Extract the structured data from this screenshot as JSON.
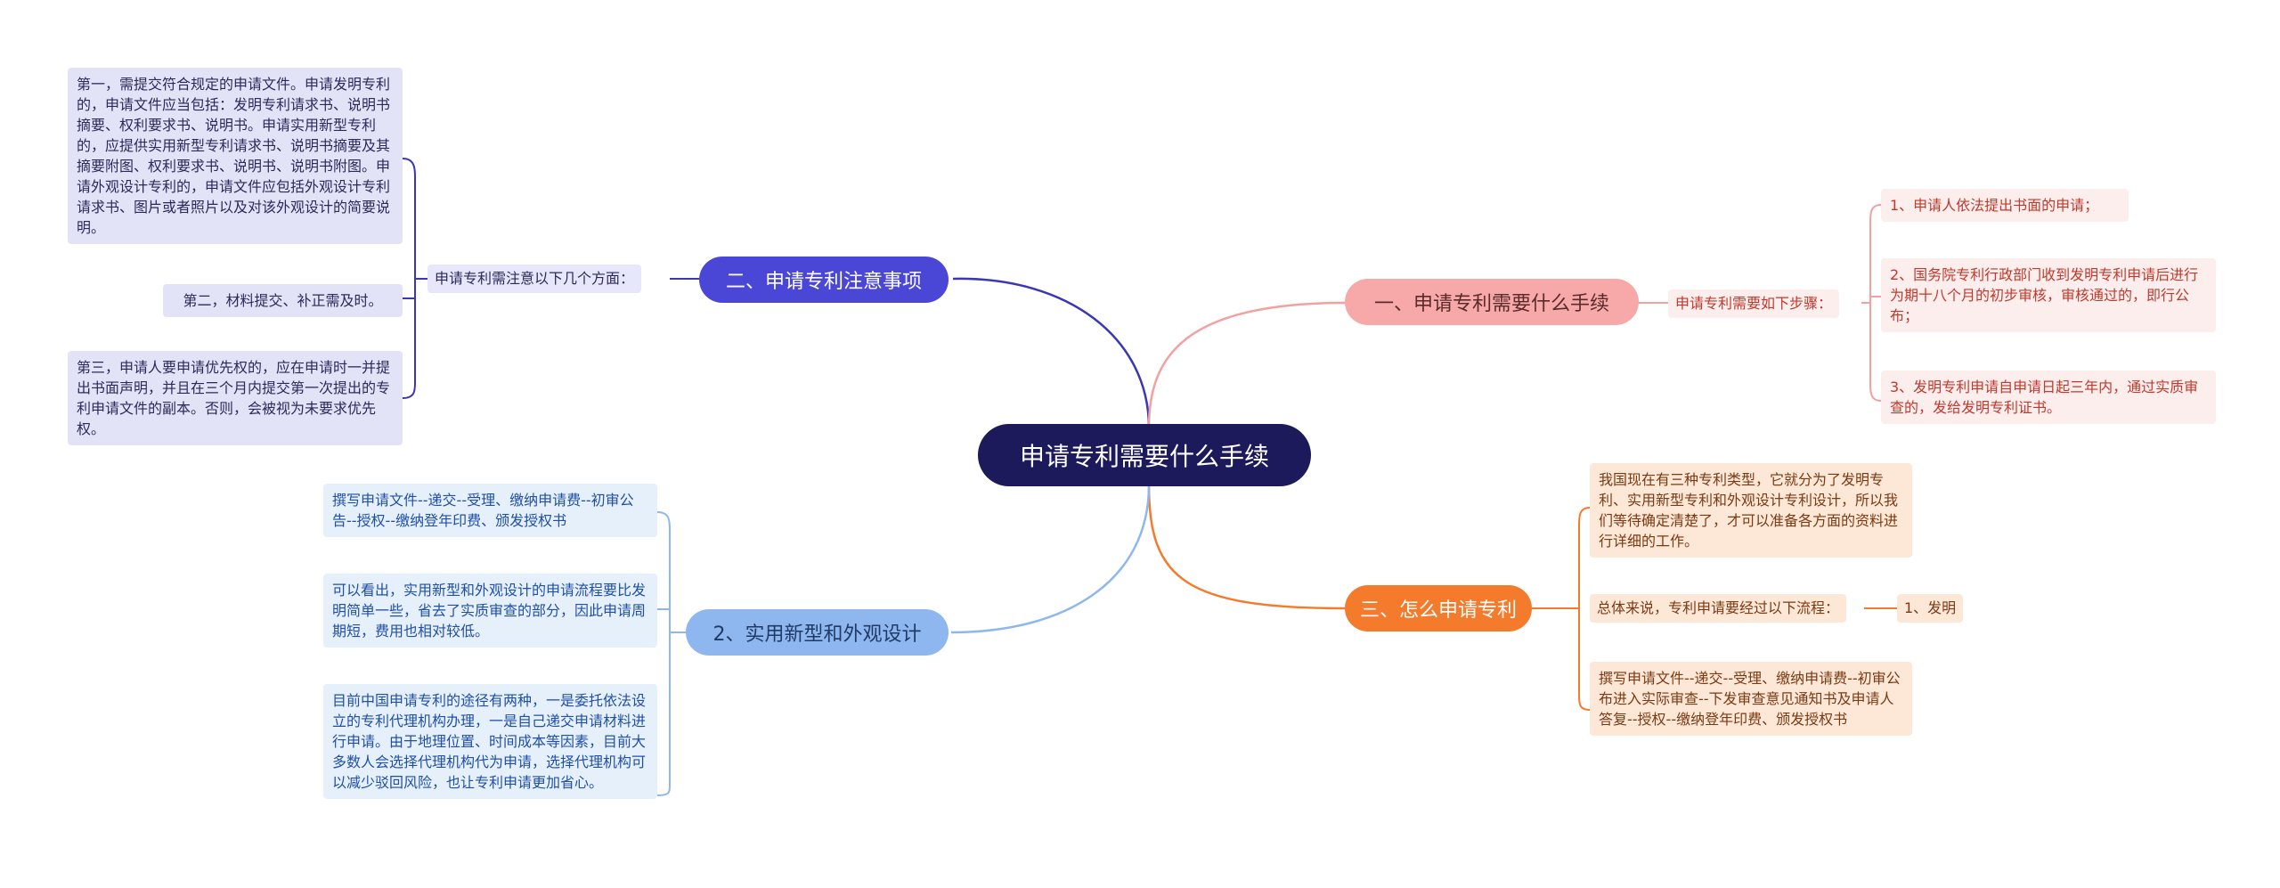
{
  "center": {
    "title": "申请专利需要什么手续"
  },
  "branches": {
    "b1": {
      "title": "一、申请专利需要什么手续",
      "color": "#f7a8a8",
      "label": "申请专利需要如下步骤：",
      "leaves": [
        "1、申请人依法提出书面的申请；",
        "2、国务院专利行政部门收到发明专利申请后进行为期十八个月的初步审核，审核通过的，即行公布；",
        "3、发明专利申请自申请日起三年内，通过实质审查的，发给发明专利证书。"
      ]
    },
    "b2": {
      "title": "二、申请专利注意事项",
      "color": "#4b47d6",
      "label": "申请专利需注意以下几个方面：",
      "leaves": [
        "第一，需提交符合规定的申请文件。申请发明专利的，申请文件应当包括：发明专利请求书、说明书摘要、权利要求书、说明书。申请实用新型专利的，应提供实用新型专利请求书、说明书摘要及其摘要附图、权利要求书、说明书、说明书附图。申请外观设计专利的，申请文件应包括外观设计专利请求书、图片或者照片以及对该外观设计的简要说明。",
        "第二，材料提交、补正需及时。",
        "第三，申请人要申请优先权的，应在申请时一并提出书面声明，并且在三个月内提交第一次提出的专利申请文件的副本。否则，会被视为未要求优先权。"
      ]
    },
    "b3": {
      "title": "三、怎么申请专利",
      "color": "#f47a2c",
      "leaves": [
        "我国现在有三种专利类型，它就分为了发明专利、实用新型专利和外观设计专利设计，所以我们等待确定清楚了，才可以准备各方面的资料进行详细的工作。",
        "总体来说，专利申请要经过以下流程：",
        "撰写申请文件--递交--受理、缴纳申请费--初审公布进入实际审查--下发审查意见通知书及申请人答复--授权--缴纳登年印费、颁发授权书"
      ],
      "sub_leaf": "1、发明"
    },
    "b4": {
      "title": "2、实用新型和外观设计",
      "color": "#8fb7ef",
      "leaves": [
        "撰写申请文件--递交--受理、缴纳申请费--初审公告--授权--缴纳登年印费、颁发授权书",
        "可以看出，实用新型和外观设计的申请流程要比发明简单一些，省去了实质审查的部分，因此申请周期短，费用也相对较低。",
        "目前中国申请专利的途径有两种，一是委托依法设立的专利代理机构办理，一是自己递交申请材料进行申请。由于地理位置、时间成本等因素，目前大多数人会选择代理机构代为申请，选择代理机构可以减少驳回风险，也让专利申请更加省心。"
      ]
    }
  }
}
